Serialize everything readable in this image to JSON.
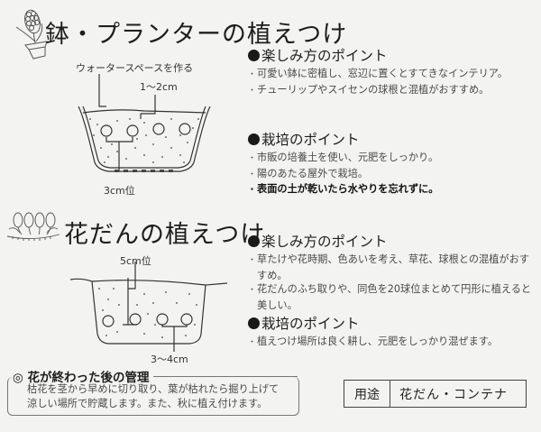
{
  "pot_section": {
    "title": "鉢・プランターの植えつけ",
    "icon": "potted-hyacinth-icon",
    "diagram": {
      "water_space_label": "ウォータースペースを作る",
      "top_depth_label": "1〜2cm",
      "bottom_depth_label": "3cm位"
    },
    "enjoy": {
      "heading": "楽しみ方のポイント",
      "items": [
        "可愛い鉢に密植し、窓辺に置くとすてきなインテリア。",
        "チューリップやスイセンの球根と混植がおすすめ。"
      ]
    },
    "cultivation": {
      "heading": "栽培のポイント",
      "items": [
        "市販の培養土を使い、元肥をしっかり。",
        "陽のあたる屋外で栽培。",
        "表面の土が乾いたら水やりを忘れずに。"
      ]
    }
  },
  "bed_section": {
    "title": "花だんの植えつけ",
    "icon": "hyacinth-bed-icon",
    "diagram": {
      "depth_label": "5cm位",
      "spacing_label": "3〜4cm"
    },
    "enjoy": {
      "heading": "楽しみ方のポイント",
      "items": [
        "草たけや花時期、色あいを考え、草花、球根との混植がおすすめ。",
        "花だんのふち取りや、同色を20球位まとめて円形に植えると美しい。"
      ]
    },
    "cultivation": {
      "heading": "栽培のポイント",
      "items": [
        "植えつけ場所は良く耕し、元肥をしっかり混ぜます。"
      ]
    }
  },
  "after_care": {
    "mark": "◎",
    "title": "花が終わった後の管理",
    "lines": [
      "枯花を茎から早めに切り取り、葉が枯れたら掘り上げて",
      "涼しい場所で貯蔵します。また、秋に植え付けます。"
    ]
  },
  "usage": {
    "key": "用途",
    "value": "花だん・コンテナ"
  }
}
